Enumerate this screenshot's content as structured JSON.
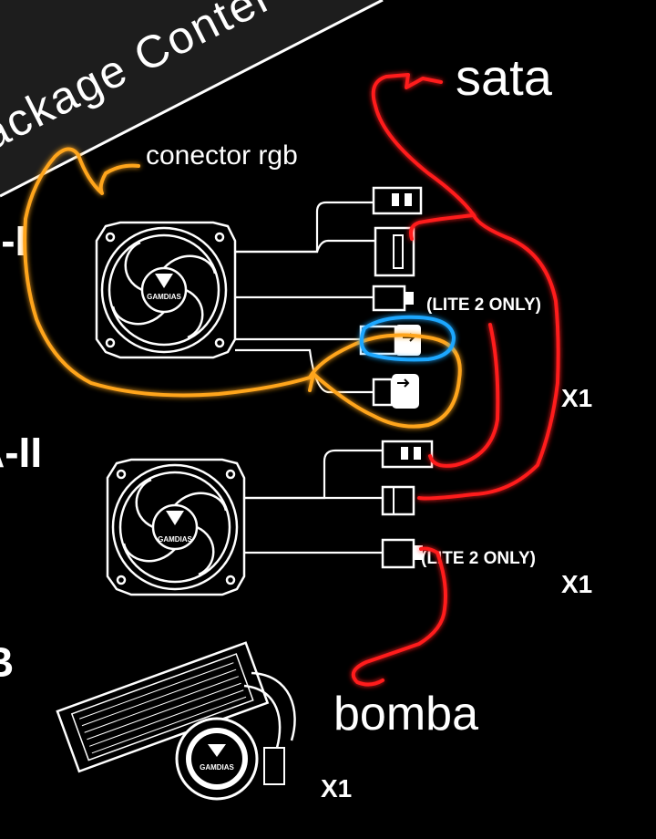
{
  "banner": {
    "text": "ackage Conter"
  },
  "side_labels": {
    "a1": "A-I",
    "a2": "A-II",
    "b": "B"
  },
  "brand": "GAMDIAS",
  "connector_notes": {
    "lite_a1": "(LITE 2 ONLY)",
    "lite_a2": "(LITE 2 ONLY)"
  },
  "quantities": {
    "a1": "X1",
    "a2": "X1",
    "b": "X1"
  },
  "annotations": {
    "sata": "sata",
    "rgb": "conector rgb",
    "pump": "bomba"
  },
  "colors": {
    "red": "#ff1a1a",
    "orange": "#ffa51a",
    "blue": "#1ea7ff"
  }
}
